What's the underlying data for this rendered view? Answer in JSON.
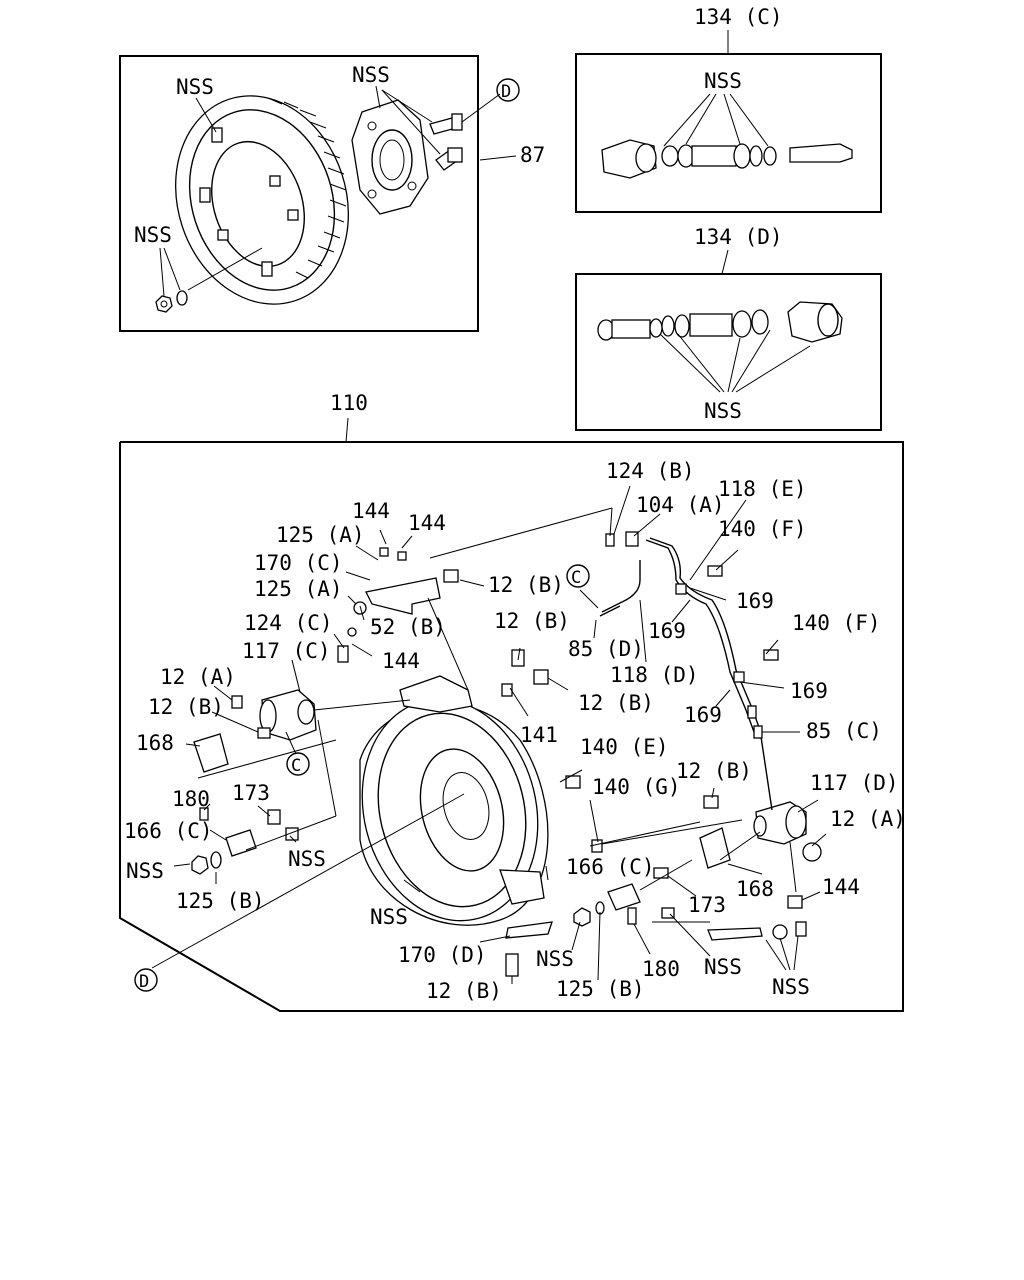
{
  "diagram": {
    "panel_flywheel": {
      "callout": "87",
      "labels": [
        "NSS",
        "NSS",
        "NSS"
      ],
      "ref": "D"
    },
    "panel_134c": {
      "title": "134 (C)",
      "labels": [
        "NSS"
      ]
    },
    "panel_134d": {
      "title": "134 (D)",
      "labels": [
        "NSS"
      ]
    },
    "panel_110": {
      "title": "110",
      "callouts": [
        "124 (B)",
        "104 (A)",
        "118 (E)",
        "140 (F)",
        "169",
        "169",
        "144",
        "144",
        "125 (A)",
        "170 (C)",
        "12 (B)",
        "125 (A)",
        "52 (B)",
        "124 (C)",
        "144",
        "C",
        "85 (D)",
        "118 (D)",
        "12 (B)",
        "12 (B)",
        "140 (F)",
        "169",
        "169",
        "85 (C)",
        "117 (C)",
        "12 (A)",
        "12 (B)",
        "141",
        "140 (E)",
        "168",
        "C",
        "140 (G)",
        "12 (B)",
        "117 (D)",
        "12 (A)",
        "180",
        "173",
        "166 (C)",
        "NSS",
        "NSS",
        "125 (B)",
        "168",
        "166 (C)",
        "173",
        "144",
        "NSS",
        "170 (D)",
        "NSS",
        "125 (B)",
        "180",
        "NSS",
        "NSS",
        "12 (B)",
        "D"
      ]
    }
  }
}
